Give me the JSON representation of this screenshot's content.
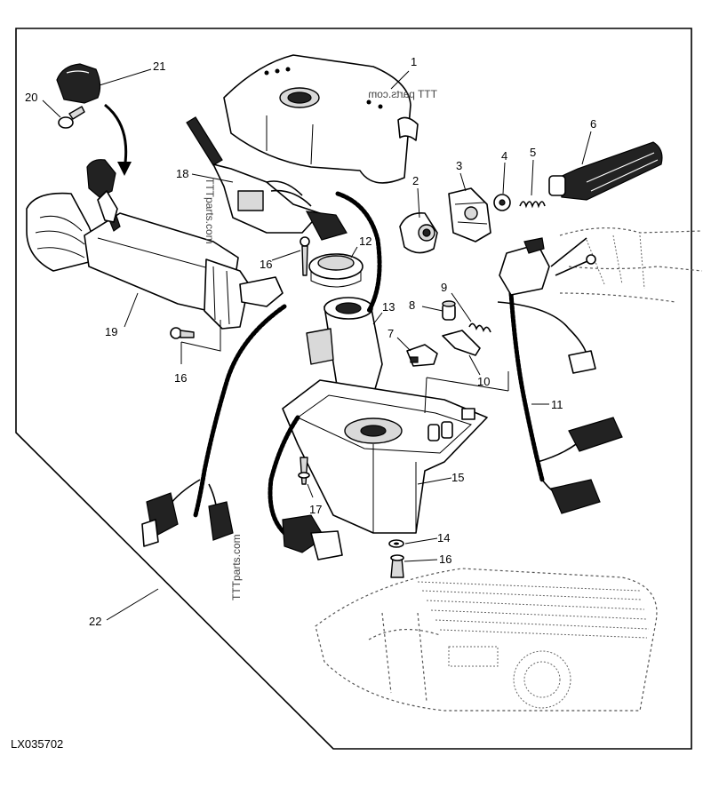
{
  "figure": {
    "reference_code": "LX035702",
    "watermarks": [
      "TTTparts.com",
      "TTTparts.com",
      "TTT parts.com"
    ]
  },
  "callouts": [
    {
      "id": "1",
      "label": "1"
    },
    {
      "id": "2",
      "label": "2"
    },
    {
      "id": "3",
      "label": "3"
    },
    {
      "id": "4",
      "label": "4"
    },
    {
      "id": "5",
      "label": "5"
    },
    {
      "id": "6",
      "label": "6"
    },
    {
      "id": "7",
      "label": "7"
    },
    {
      "id": "8",
      "label": "8"
    },
    {
      "id": "9",
      "label": "9"
    },
    {
      "id": "10",
      "label": "10"
    },
    {
      "id": "11",
      "label": "11"
    },
    {
      "id": "12",
      "label": "12"
    },
    {
      "id": "13",
      "label": "13"
    },
    {
      "id": "14",
      "label": "14"
    },
    {
      "id": "15",
      "label": "15"
    },
    {
      "id": "16a",
      "label": "16"
    },
    {
      "id": "16b",
      "label": "16"
    },
    {
      "id": "16c",
      "label": "16"
    },
    {
      "id": "17",
      "label": "17"
    },
    {
      "id": "18",
      "label": "18"
    },
    {
      "id": "19",
      "label": "19"
    },
    {
      "id": "20",
      "label": "20"
    },
    {
      "id": "21",
      "label": "21"
    },
    {
      "id": "22",
      "label": "22"
    }
  ]
}
